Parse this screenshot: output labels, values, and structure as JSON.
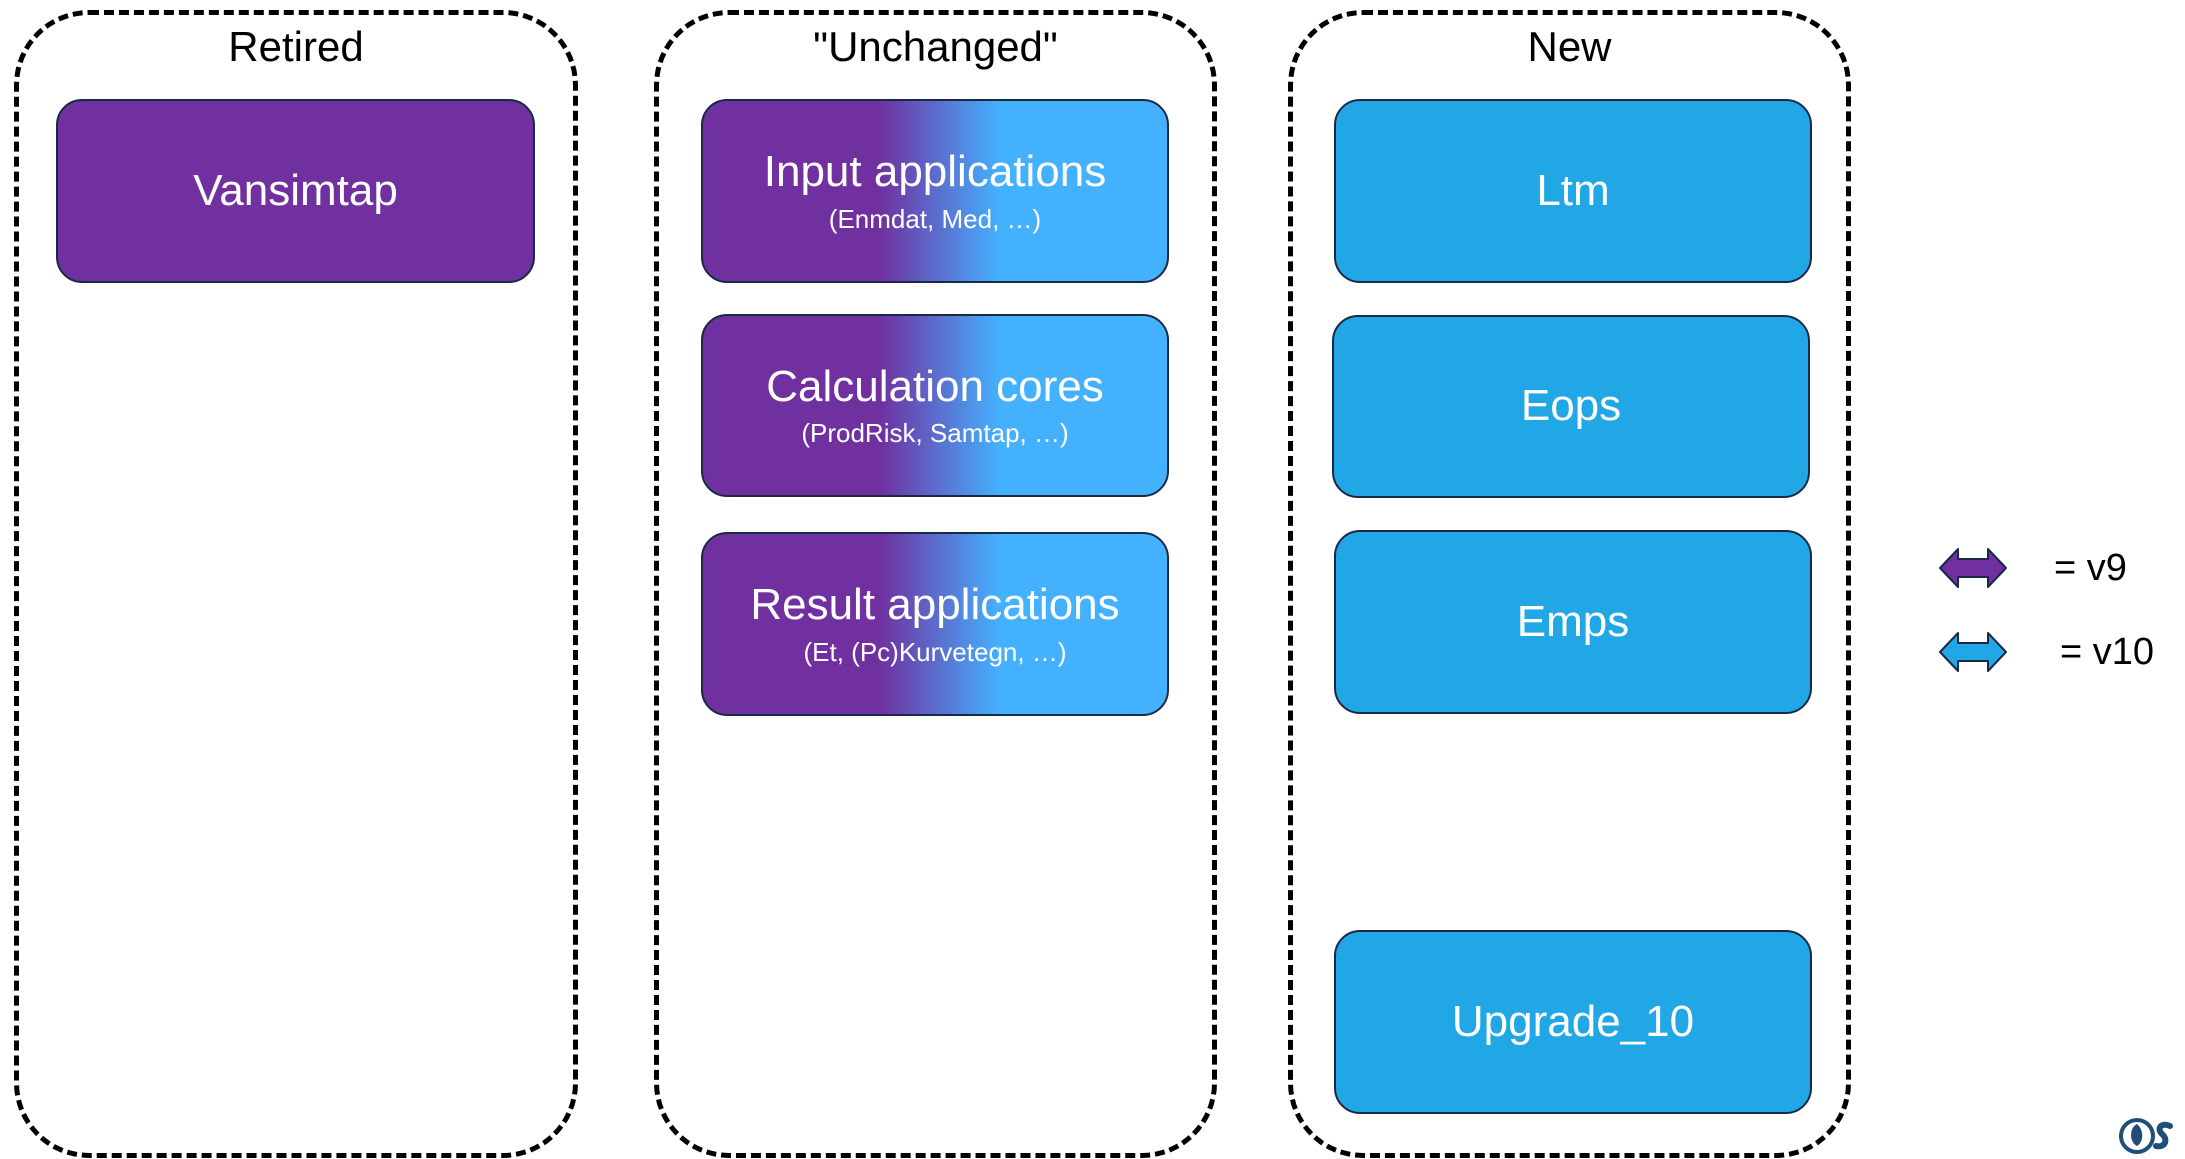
{
  "groups": {
    "retired": {
      "title": "Retired"
    },
    "unchanged": {
      "title": "\"Unchanged\""
    },
    "new": {
      "title": "New"
    }
  },
  "retired_items": [
    {
      "label": "Vansimtap",
      "version": "v9"
    }
  ],
  "unchanged_items": [
    {
      "label": "Input applications",
      "sub": "(Enmdat, Med, …)",
      "version": "v9→v10"
    },
    {
      "label": "Calculation cores",
      "sub": "(ProdRisk, Samtap, …)",
      "version": "v9→v10"
    },
    {
      "label": "Result applications",
      "sub": "(Et, (Pc)Kurvetegn, …)",
      "version": "v9→v10"
    }
  ],
  "new_items": [
    {
      "label": "Ltm",
      "version": "v10"
    },
    {
      "label": "Eops",
      "version": "v10"
    },
    {
      "label": "Emps",
      "version": "v10"
    },
    {
      "label": "Upgrade_10",
      "version": "v10"
    }
  ],
  "legend": [
    {
      "text": "= v9",
      "color": "#70309f"
    },
    {
      "text": "= v10",
      "color": "#21a7e6"
    }
  ],
  "colors": {
    "v9": "#70309f",
    "v10": "#21a7e6",
    "v10_light": "#44b1ff",
    "logo": "#1f4e79"
  },
  "logo_icon": "sintef-logo-icon"
}
